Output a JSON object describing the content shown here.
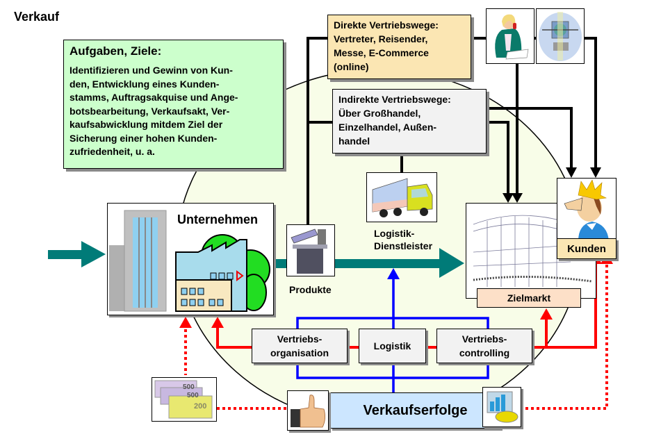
{
  "page": {
    "title": "Verkauf"
  },
  "aufgaben": {
    "heading": "Aufgaben, Ziele:",
    "text": "Identifizieren und Gewinn von Kun-\nden, Entwicklung eines Kunden-\nstamms, Auftragsakquise und Ange-\nbotsbearbeitung, Verkaufsakt, Ver-\nkaufsabwicklung mitdem Ziel der\nSicherung einer hohen  Kunden-\nzufriedenheit, u. a."
  },
  "direkte_vertriebswege": {
    "text": "Direkte Vertriebswege:\nVertreter, Reisender,\nMesse, E-Commerce\n(online)"
  },
  "indirekte_vertriebswege": {
    "text": "Indirekte Vertriebswege:\nÜber Großhandel,\nEinzelhandel, Außen-\nhandel"
  },
  "unternehmen": {
    "label": "Unternehmen"
  },
  "produkte": {
    "label": "Produkte"
  },
  "logistik_dienstleister": {
    "label": "Logistik-\nDienstleister"
  },
  "zielmarkt": {
    "label": "Zielmarkt"
  },
  "kunden": {
    "label": "Kunden"
  },
  "functions": [
    {
      "label": "Vertriebs-\norganisation"
    },
    {
      "label": "Logistik"
    },
    {
      "label": "Vertriebs-\ncontrolling"
    }
  ],
  "verkaufserfolge": {
    "label": "Verkaufserfolge"
  },
  "icons": {
    "saleswoman": "woman-on-phone-icon",
    "ecommerce": "computer-network-icon",
    "truck": "truck-icon",
    "machine": "band-saw-machine-icon",
    "market": "market-hall-icon",
    "customer": "king-customer-icon",
    "money": "euro-banknotes-icon",
    "thumbs": "thumbs-up-icon",
    "chart": "chart-icon"
  },
  "colors": {
    "teal": "#007b78",
    "blue": "#0000ff",
    "red": "#ff0000",
    "ellipse_fill": "#f8fde8"
  }
}
